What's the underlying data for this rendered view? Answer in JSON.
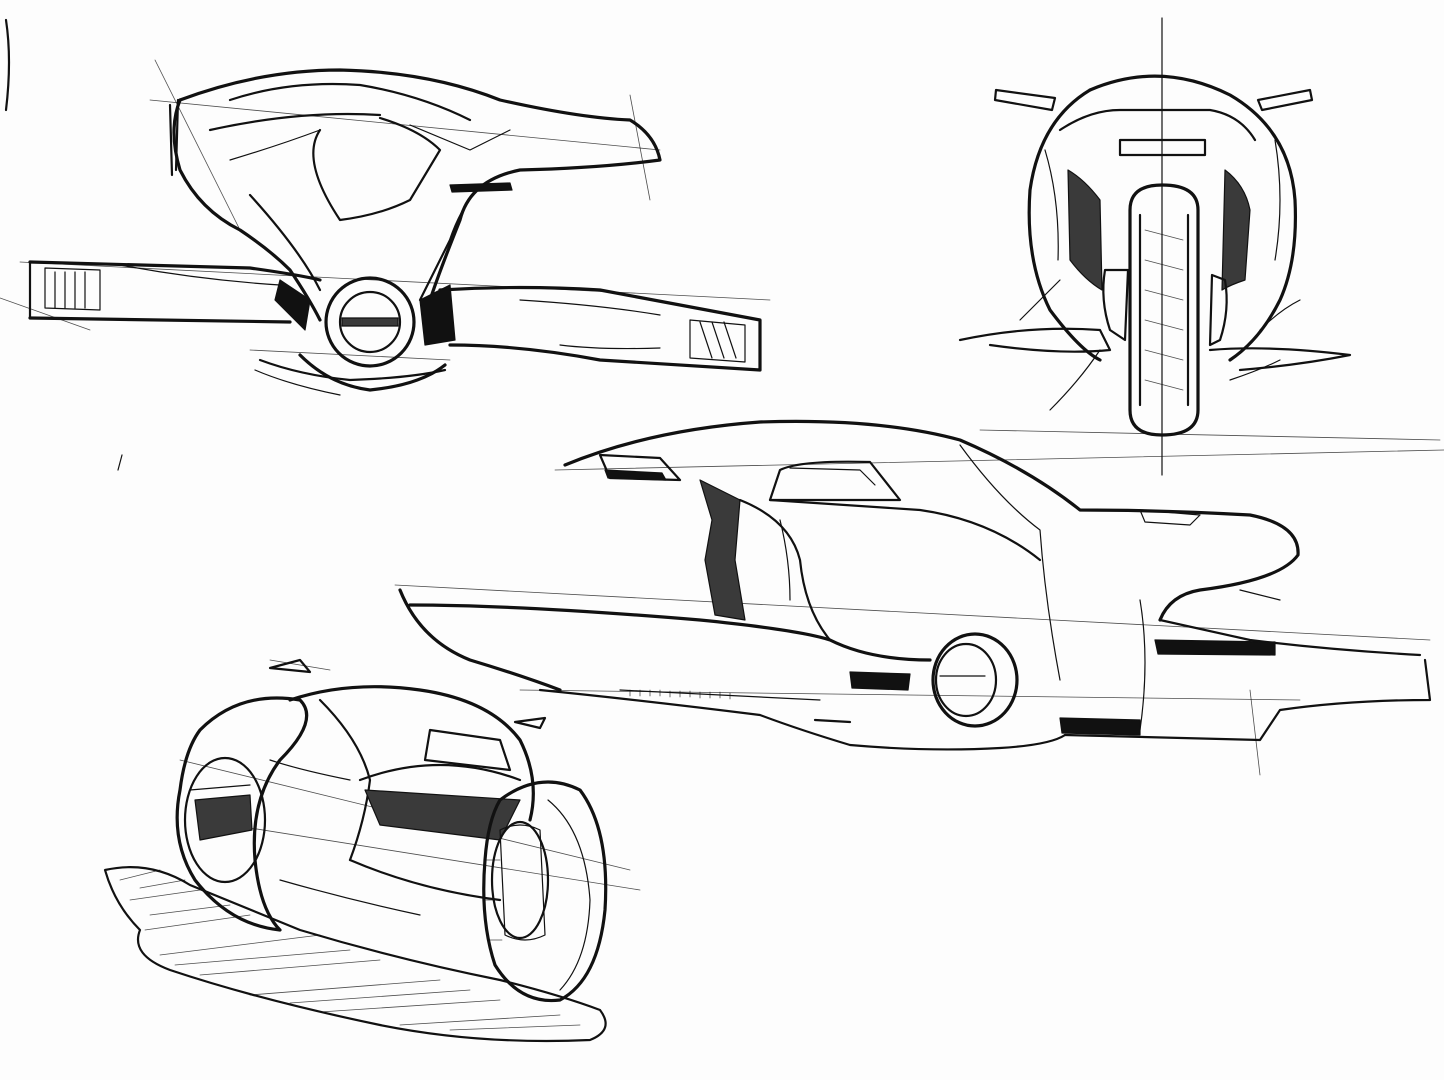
{
  "sheet": {
    "background": "#fdfdfd",
    "ink_color": "#111111",
    "views": [
      "top-view",
      "front-view",
      "side-view",
      "rear-three-quarter-view"
    ]
  }
}
